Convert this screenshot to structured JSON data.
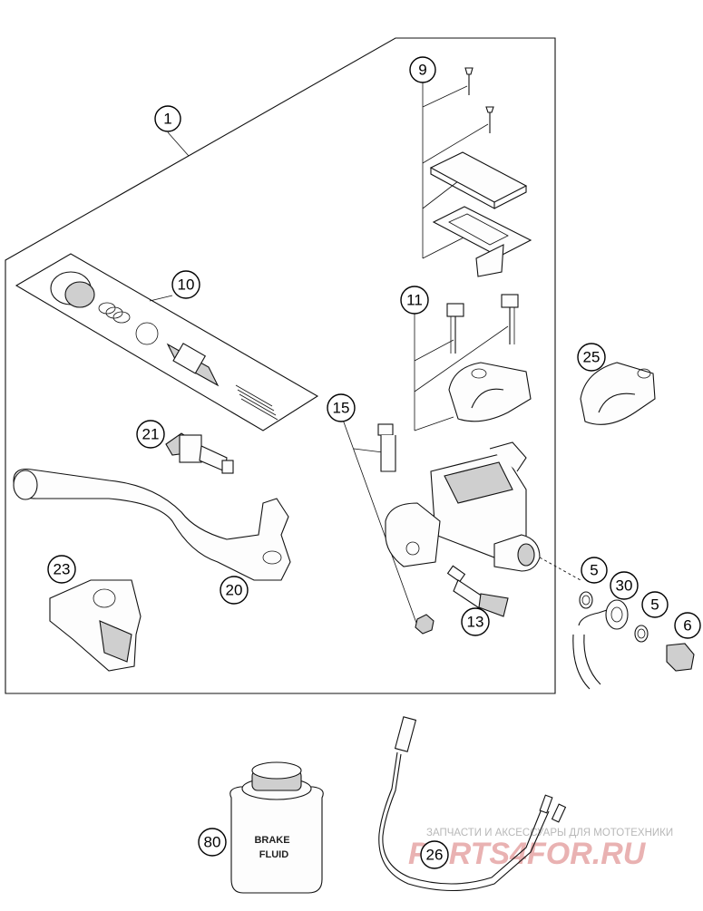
{
  "diagram": {
    "callouts": [
      {
        "id": "1",
        "label": "1"
      },
      {
        "id": "9",
        "label": "9"
      },
      {
        "id": "10",
        "label": "10"
      },
      {
        "id": "11",
        "label": "11"
      },
      {
        "id": "15",
        "label": "15"
      },
      {
        "id": "21",
        "label": "21"
      },
      {
        "id": "25",
        "label": "25"
      },
      {
        "id": "20",
        "label": "20"
      },
      {
        "id": "23",
        "label": "23"
      },
      {
        "id": "13",
        "label": "13"
      },
      {
        "id": "5a",
        "label": "5"
      },
      {
        "id": "30",
        "label": "30"
      },
      {
        "id": "5b",
        "label": "5"
      },
      {
        "id": "6",
        "label": "6"
      },
      {
        "id": "80",
        "label": "80"
      },
      {
        "id": "26",
        "label": "26"
      }
    ],
    "bottle_label": {
      "line1": "BRAKE",
      "line2": "FLUID"
    }
  },
  "watermark": {
    "tagline": "ЗАПЧАСТИ И АКСЕССУАРЫ ДЛЯ МОТОТЕХНИКИ",
    "brand": "PARTS4FOR.RU",
    "color": "#e9b2b2"
  }
}
